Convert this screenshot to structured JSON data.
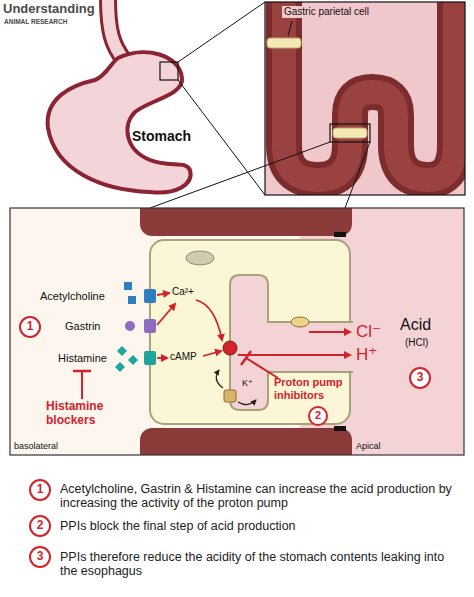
{
  "diagram": {
    "labels": [
      "Understanding",
      "ANIMAL RESEARCH",
      "Gastric parietal cell",
      "Stomach",
      "Acetylcholine",
      "1",
      "Gastrin",
      "Histamine",
      "Ca²+",
      "cAMP",
      "K⁺",
      "Cl⁻",
      "H⁺",
      "Acid",
      "(HCl)",
      "3",
      "Histamine blockers",
      "Proton pump inhibitors",
      "2",
      "basolateral",
      "Apical",
      "1",
      "Acetylcholine, Gastrin & Histamine can increase the acid production by increasing the activity of the proton pump",
      "2",
      "PPIs block the final step of acid production",
      "3",
      "PPIs therefore reduce the acidity of the stomach contents leaking into the esophagus"
    ]
  }
}
